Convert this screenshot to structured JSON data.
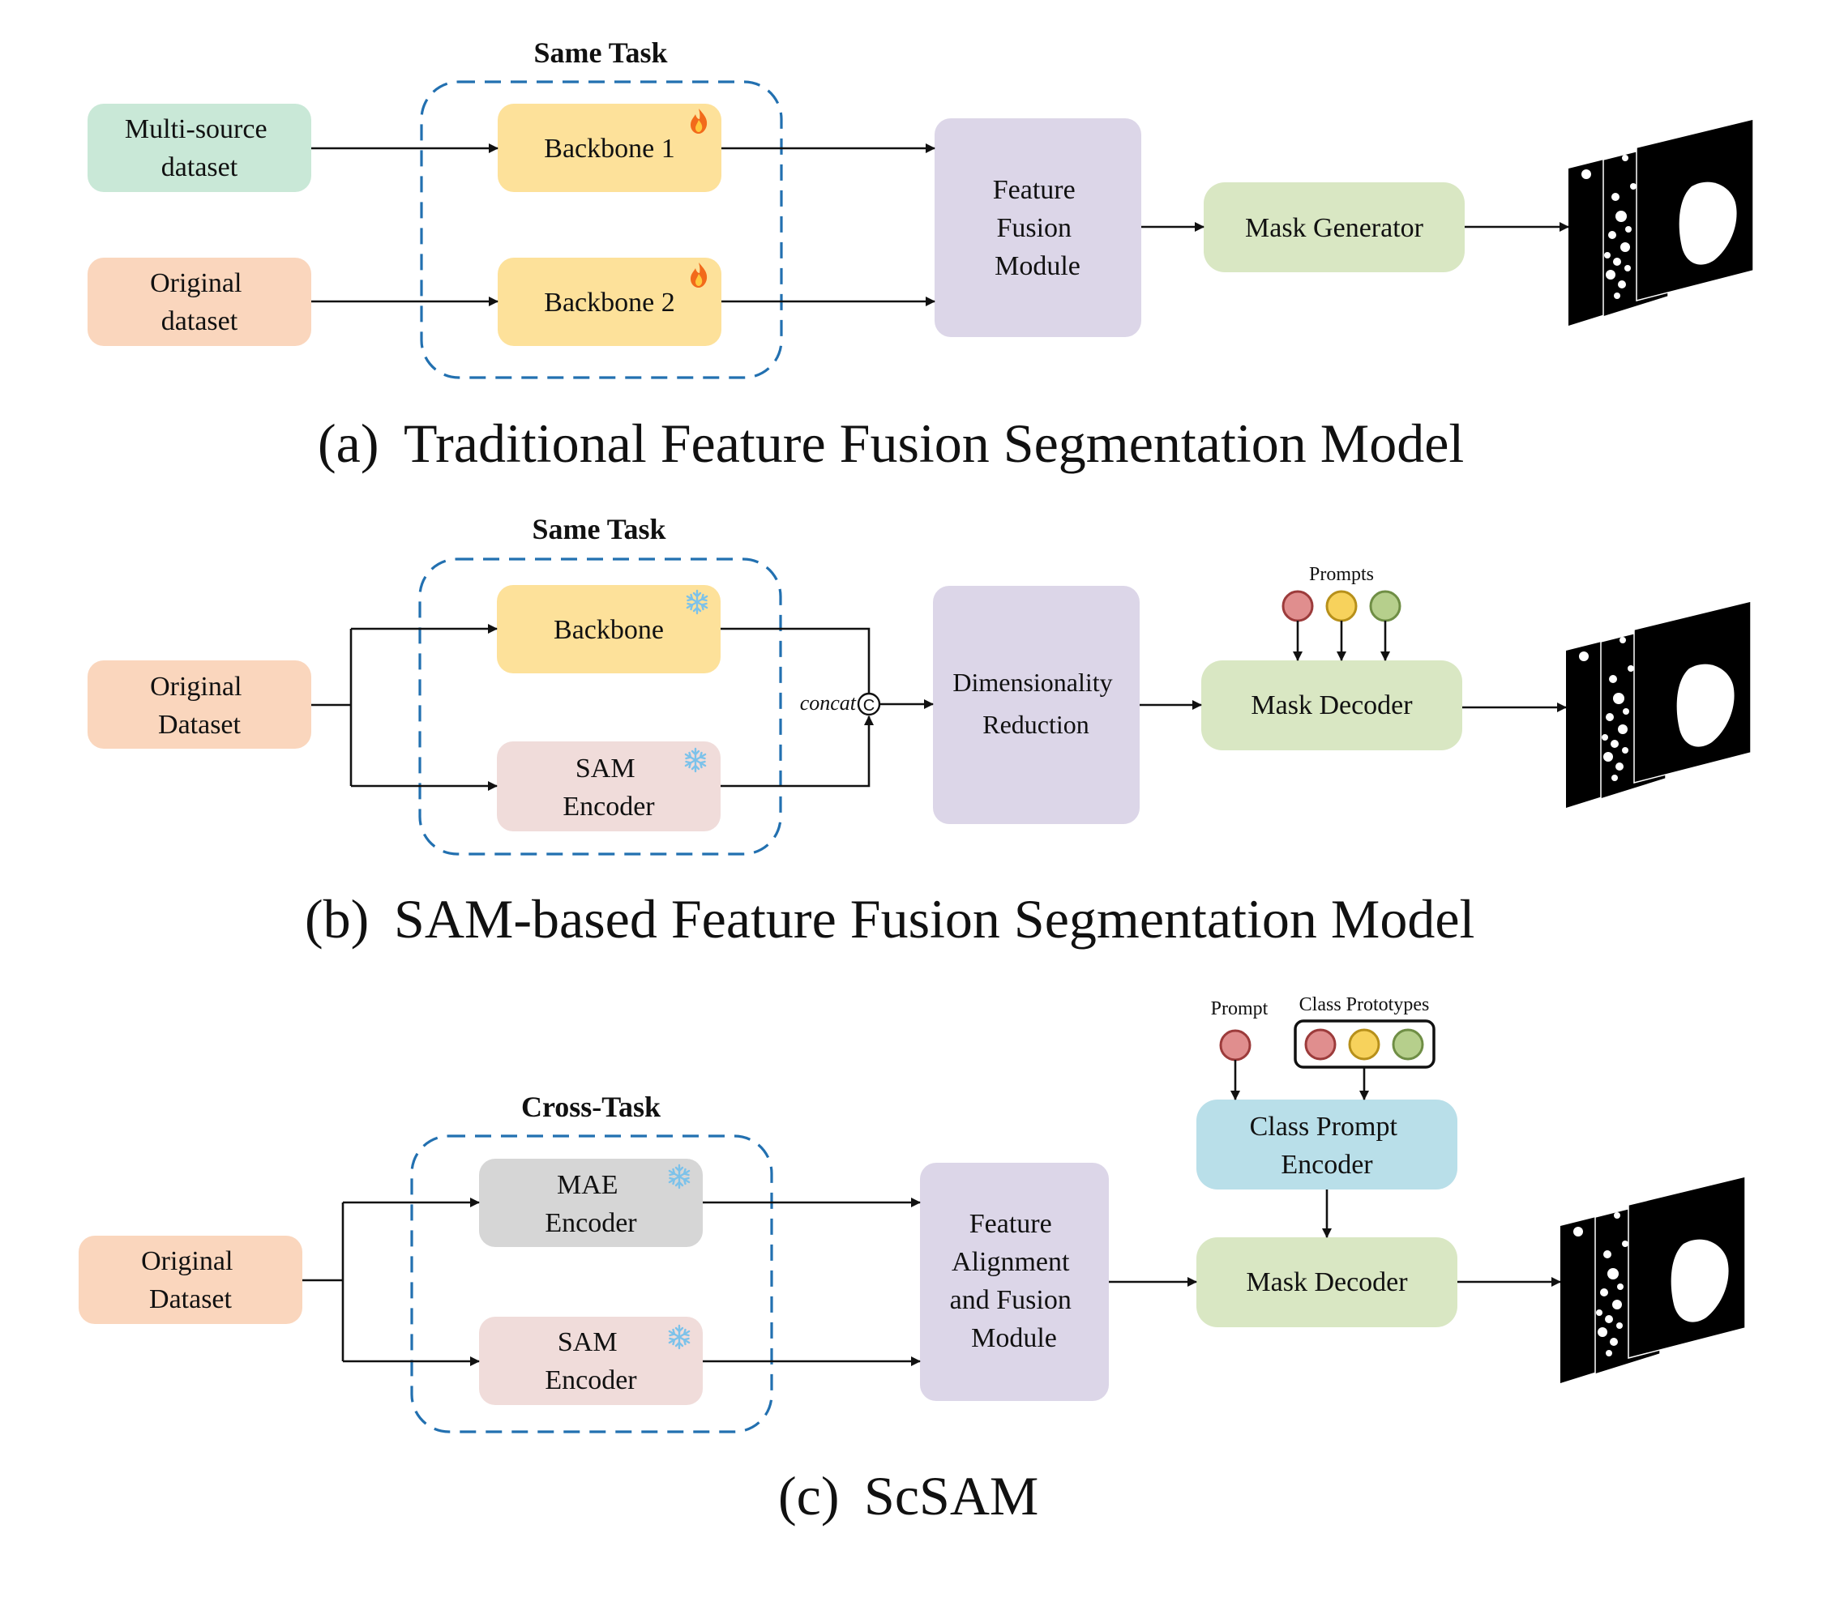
{
  "colors": {
    "green_box": "#c9e8d7",
    "orange_box": "#fad6bd",
    "yellow_box": "#fde19a",
    "purple_box": "#dcd6e8",
    "lightgreen_box": "#d9e7c3",
    "pink_box": "#f0dcda",
    "gray_box": "#d6d6d6",
    "blue_box": "#b9dfe9",
    "dashed_border": "#2270b0",
    "prompt_red": "#e08e8e",
    "prompt_yellow": "#f7d25c",
    "prompt_green": "#b6cf8c"
  },
  "icons": {
    "trainable": "fire-icon",
    "frozen": "snowflake-icon"
  },
  "panel_a": {
    "group_title": "Same Task",
    "input1": [
      "Multi-source",
      "dataset"
    ],
    "input2": [
      "Original",
      "dataset"
    ],
    "backbone1": "Backbone 1",
    "backbone2": "Backbone 2",
    "fusion": [
      "Feature",
      "Fusion",
      "Module"
    ],
    "mask_generator": "Mask Generator",
    "caption_tag": "(a)",
    "caption_text": "Traditional Feature Fusion Segmentation Model"
  },
  "panel_b": {
    "group_title": "Same Task",
    "input": [
      "Original",
      "Dataset"
    ],
    "backbone": "Backbone",
    "sam_encoder": [
      "SAM",
      "Encoder"
    ],
    "concat": "concat",
    "concat_symbol": "C",
    "dim_reduction": [
      "Dimensionality",
      "Reduction"
    ],
    "prompts_label": "Prompts",
    "mask_decoder": "Mask Decoder",
    "caption_tag": "(b)",
    "caption_text": "SAM-based Feature Fusion Segmentation Model"
  },
  "panel_c": {
    "group_title": "Cross-Task",
    "input": [
      "Original",
      "Dataset"
    ],
    "mae_encoder": [
      "MAE",
      "Encoder"
    ],
    "sam_encoder": [
      "SAM",
      "Encoder"
    ],
    "fusion": [
      "Feature",
      "Alignment",
      "and Fusion",
      "Module"
    ],
    "prompt_label": "Prompt",
    "class_prototypes_label": "Class Prototypes",
    "class_prompt_encoder": [
      "Class Prompt",
      "Encoder"
    ],
    "mask_decoder": "Mask Decoder",
    "caption_tag": "(c)",
    "caption_text": "ScSAM"
  }
}
